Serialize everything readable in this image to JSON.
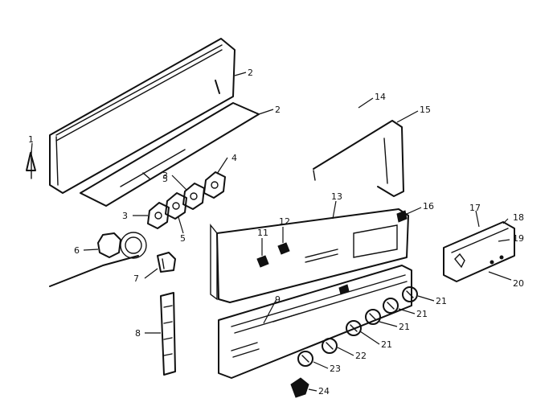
{
  "callouts": [
    {
      "id": "c1",
      "text": "1"
    },
    {
      "id": "c2a",
      "text": "2"
    },
    {
      "id": "c2b",
      "text": "2"
    },
    {
      "id": "c3a",
      "text": "3"
    },
    {
      "id": "c3b",
      "text": "3"
    },
    {
      "id": "c4",
      "text": "4"
    },
    {
      "id": "c5a",
      "text": "5"
    },
    {
      "id": "c5b",
      "text": "5"
    },
    {
      "id": "c6",
      "text": "6"
    },
    {
      "id": "c7",
      "text": "7"
    },
    {
      "id": "c8",
      "text": "8"
    },
    {
      "id": "c9",
      "text": "9"
    },
    {
      "id": "c11",
      "text": "11"
    },
    {
      "id": "c12",
      "text": "12"
    },
    {
      "id": "c13",
      "text": "13"
    },
    {
      "id": "c14",
      "text": "14"
    },
    {
      "id": "c15",
      "text": "15"
    },
    {
      "id": "c16",
      "text": "16"
    },
    {
      "id": "c17",
      "text": "17"
    },
    {
      "id": "c18",
      "text": "18"
    },
    {
      "id": "c19",
      "text": "19"
    },
    {
      "id": "c20",
      "text": "20"
    },
    {
      "id": "c21a",
      "text": "21"
    },
    {
      "id": "c21b",
      "text": "21"
    },
    {
      "id": "c21c",
      "text": "21"
    },
    {
      "id": "c21d",
      "text": "21"
    },
    {
      "id": "c22",
      "text": "22"
    },
    {
      "id": "c23",
      "text": "23"
    },
    {
      "id": "c24",
      "text": "24"
    }
  ]
}
